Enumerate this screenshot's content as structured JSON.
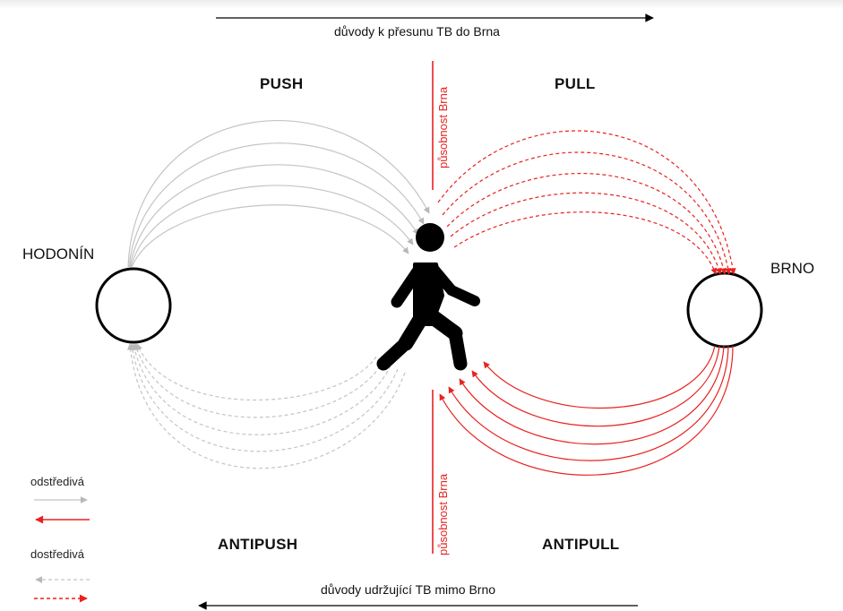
{
  "top_caption": "důvody k přesunu TB do Brna",
  "bottom_caption": "důvody udržující TB mimo Brno",
  "quadrants": {
    "push": "PUSH",
    "pull": "PULL",
    "antipush": "ANTIPUSH",
    "antipull": "ANTIPULL"
  },
  "cities": {
    "left": "HODONÍN",
    "right": "BRNO"
  },
  "boundary_label": "působnost Brna",
  "legend": {
    "centrifugal": "odstředivá",
    "centripetal": "dostředivá"
  },
  "colors": {
    "red": "#e8221f",
    "gray": "#bdbdbd",
    "black": "#000000"
  },
  "icons": {
    "person": "walking-person-icon",
    "city": "circle-icon"
  }
}
